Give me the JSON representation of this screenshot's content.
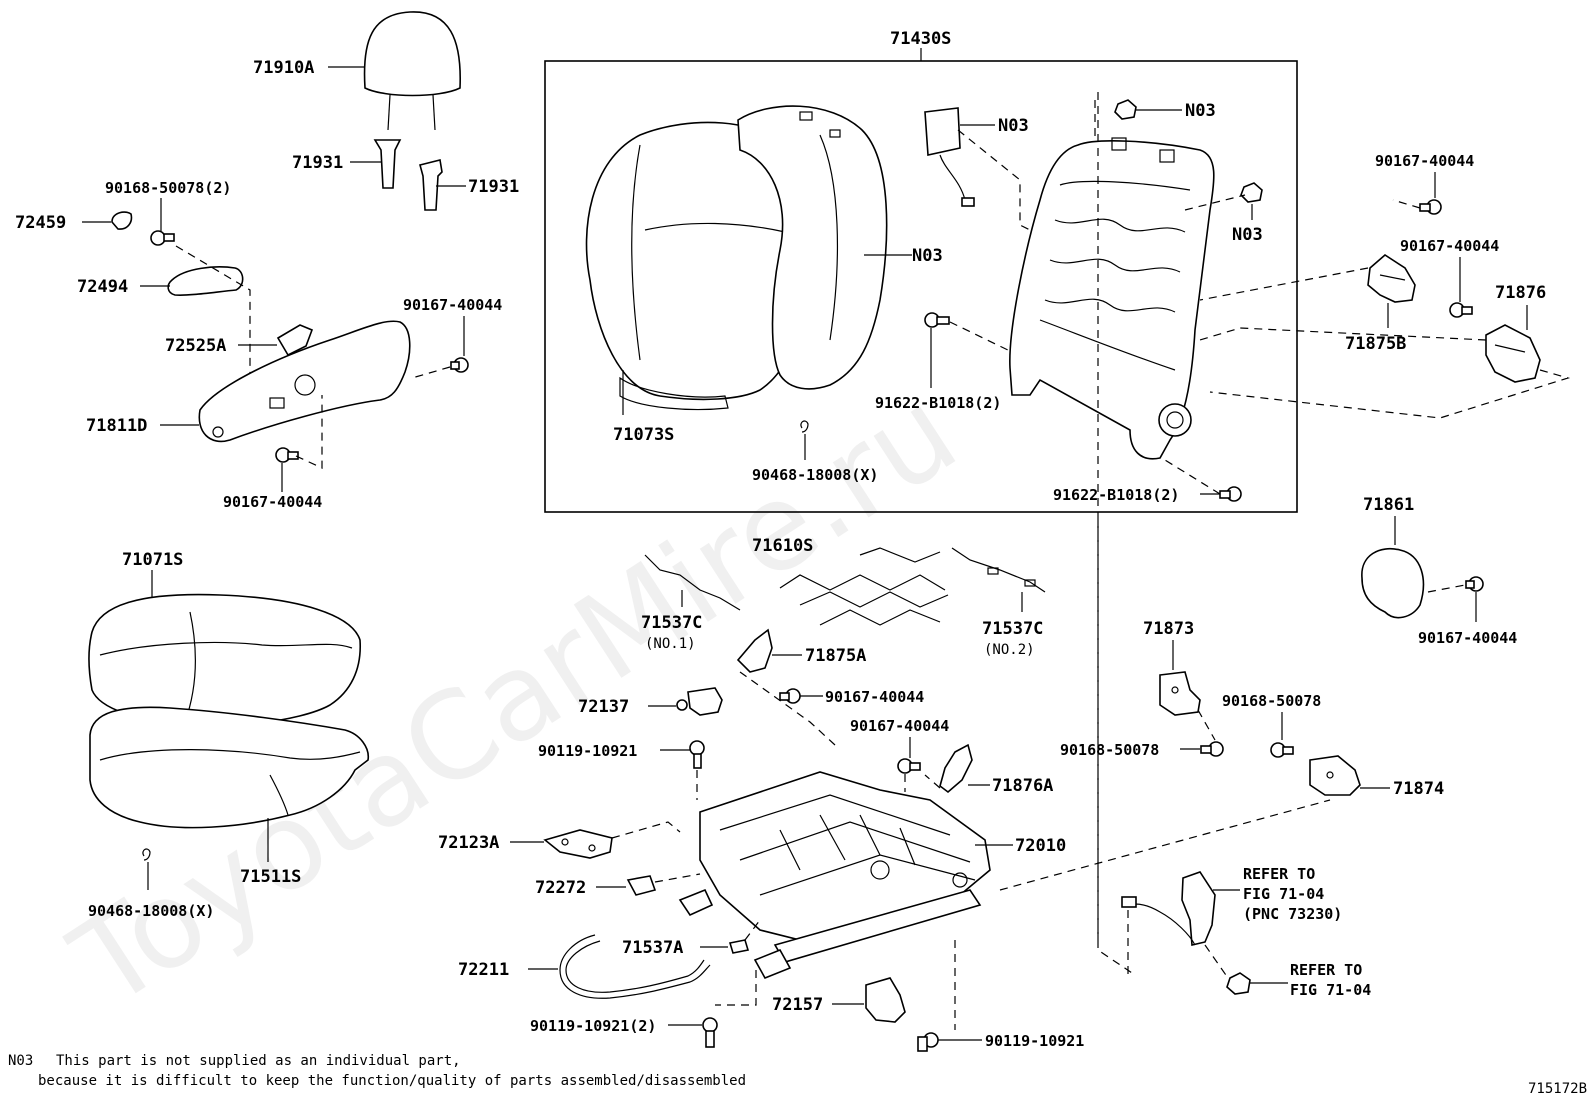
{
  "watermark": "ToyotaCarMire.ru",
  "diagram_id": "715172B",
  "footnote": {
    "code": "N03",
    "line1": "This part is not supplied as an individual part,",
    "line2": "because it is difficult to keep the function/quality of parts assembled/disassembled"
  },
  "labels": {
    "l71430S": "71430S",
    "l71910A": "71910A",
    "l71931a": "71931",
    "l71931b": "71931",
    "l90168_50078_2": "90168-50078(2)",
    "l72459": "72459",
    "l72494": "72494",
    "l90167_40044_a": "90167-40044",
    "l72525A": "72525A",
    "l71811D": "71811D",
    "l90167_40044_b": "90167-40044",
    "l71071S": "71071S",
    "l71511S": "71511S",
    "l90468_18008_a": "90468-18008(X)",
    "l71073S": "71073S",
    "l90468_18008_b": "90468-18008(X)",
    "lN03_a": "N03",
    "lN03_b": "N03",
    "lN03_c": "N03",
    "lN03_d": "N03",
    "l91622_a": "91622-B1018(2)",
    "l91622_b": "91622-B1018(2)",
    "l90167_40044_c": "90167-40044",
    "l90167_40044_d": "90167-40044",
    "l71876": "71876",
    "l71875B": "71875B",
    "l71861": "71861",
    "l90167_40044_e": "90167-40044",
    "l71610S": "71610S",
    "l71537C_1": "71537C",
    "l71537C_1_sub": "(NO.1)",
    "l71537C_2": "71537C",
    "l71537C_2_sub": "(NO.2)",
    "l71875A": "71875A",
    "l72137": "72137",
    "l90167_40044_f": "90167-40044",
    "l90119_10921_a": "90119-10921",
    "l90167_40044_g": "90167-40044",
    "l71876A": "71876A",
    "l71873": "71873",
    "l90168_50078_a": "90168-50078",
    "l90168_50078_b": "90168-50078",
    "l71874": "71874",
    "l72123A": "72123A",
    "l72010": "72010",
    "l72272": "72272",
    "l71537A": "71537A",
    "l72211": "72211",
    "l72157": "72157",
    "l90119_10921_2": "90119-10921(2)",
    "l90119_10921_b": "90119-10921",
    "refer1_l1": "REFER TO",
    "refer1_l2": "FIG 71-04",
    "refer1_l3": "(PNC 73230)",
    "refer2_l1": "REFER TO",
    "refer2_l2": "FIG 71-04"
  }
}
